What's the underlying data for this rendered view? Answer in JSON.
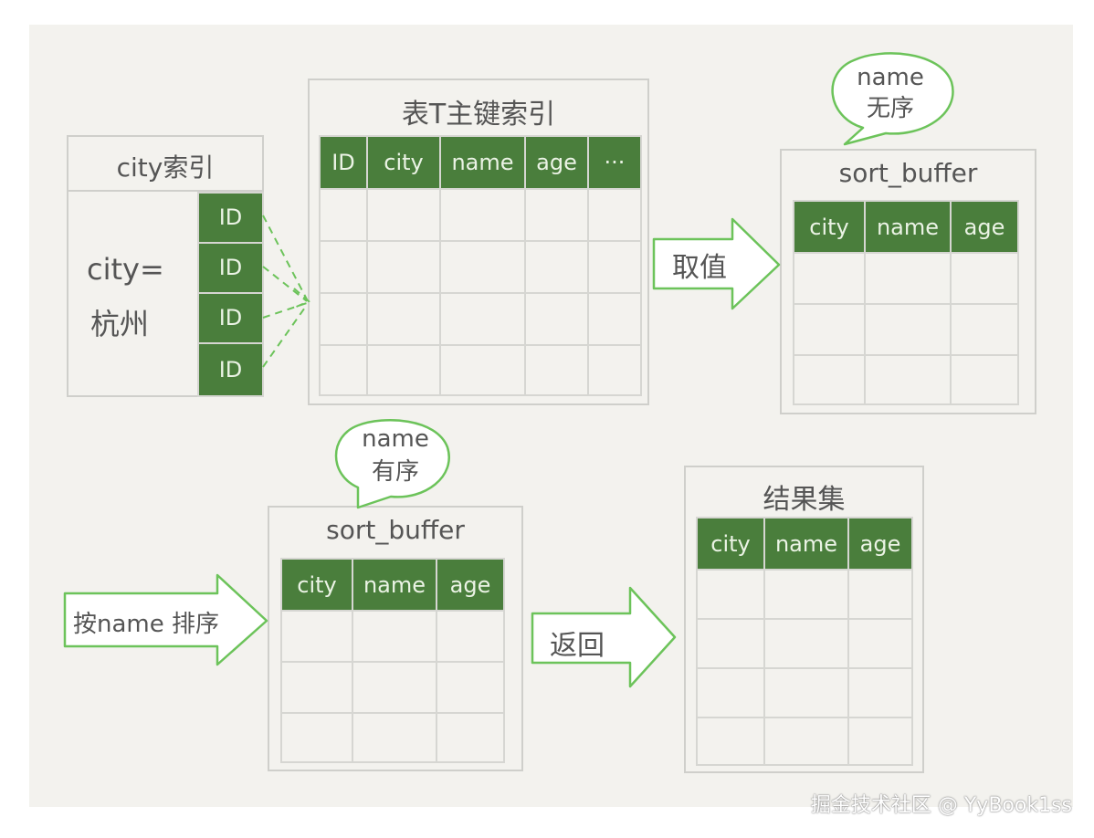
{
  "city_index": {
    "title": "city索引",
    "condition_line1": "city=",
    "condition_line2": "杭州",
    "ids": [
      "ID",
      "ID",
      "ID",
      "ID"
    ]
  },
  "primary_index": {
    "title": "表T主键索引",
    "columns": [
      "ID",
      "city",
      "name",
      "age",
      "···"
    ]
  },
  "fetch_arrow": {
    "label": "取值"
  },
  "bubble_unsorted": {
    "line1": "name",
    "line2": "无序"
  },
  "sort_buffer_top": {
    "title": "sort_buffer",
    "columns": [
      "city",
      "name",
      "age"
    ]
  },
  "sort_arrow": {
    "label": "按name 排序"
  },
  "bubble_sorted": {
    "line1": "name",
    "line2": "有序"
  },
  "sort_buffer_bottom": {
    "title": "sort_buffer",
    "columns": [
      "city",
      "name",
      "age"
    ]
  },
  "return_arrow": {
    "label": "返回"
  },
  "result_set": {
    "title": "结果集",
    "columns": [
      "city",
      "name",
      "age"
    ]
  },
  "watermark": "掘金技术社区 @ YyBook1ss",
  "colors": {
    "header_green": "#4a7e3c",
    "arrow_green": "#6cc35a",
    "background": "#f3f2ee"
  }
}
